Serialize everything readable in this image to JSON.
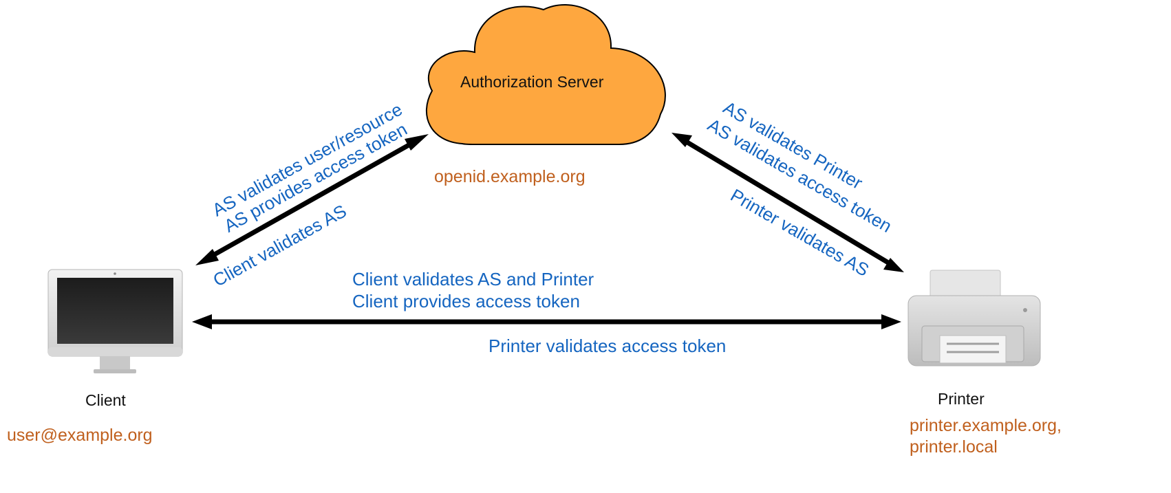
{
  "nodes": {
    "server": {
      "name": "Authorization Server",
      "host": "openid.example.org",
      "fill": "#fea73f"
    },
    "client": {
      "name": "Client",
      "host": "user@example.org"
    },
    "printer": {
      "name": "Printer",
      "host_line1": "printer.example.org,",
      "host_line2": "printer.local"
    }
  },
  "edges": {
    "client_server": {
      "line1": "AS validates user/resource",
      "line2": "AS provides access token",
      "line3": "Client validates AS"
    },
    "server_printer": {
      "line1": "AS validates Printer",
      "line2": "AS validates access token",
      "line3": "Printer validates AS"
    },
    "client_printer": {
      "line1": "Client validates AS and Printer",
      "line2": "Client provides access token",
      "line3": "Printer validates access token"
    }
  },
  "colors": {
    "label_blue": "#1565c0",
    "host_orange": "#c0601e",
    "arrow": "#000000"
  }
}
